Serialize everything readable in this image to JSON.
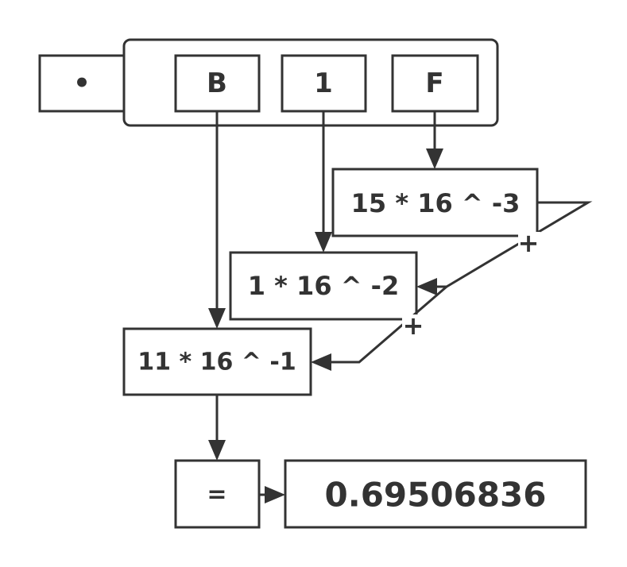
{
  "nodes": {
    "point": "•",
    "digit_b": "B",
    "digit_1": "1",
    "digit_f": "F",
    "term_f": "15 * 16 ^ -3",
    "term_1": "1 * 16 ^ -2",
    "term_b": "11 * 16 ^ -1",
    "equals": "=",
    "result": "0.69506836"
  },
  "operators": {
    "plus_upper": "+",
    "plus_lower": "+"
  },
  "colors": {
    "stroke": "#333333",
    "background": "#ffffff"
  }
}
